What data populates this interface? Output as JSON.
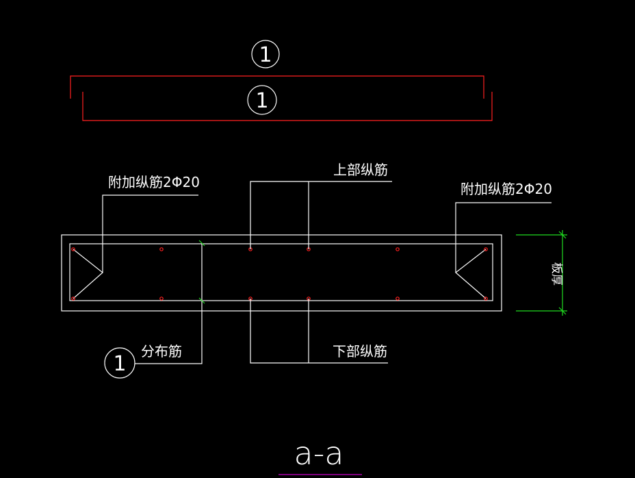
{
  "colors": {
    "background": "#000000",
    "line": "#ffffff",
    "rebar_bar": "#ff2020",
    "dimension": "#20dd20",
    "title_underline": "#cc00cc"
  },
  "bar_marks": {
    "top_mark": "1",
    "bottom_mark": "1",
    "distribution_mark": "1"
  },
  "labels": {
    "left_additional": "附加纵筋2Φ20",
    "right_additional": "附加纵筋2Φ20",
    "top_longitudinal": "上部纵筋",
    "bottom_longitudinal": "下部纵筋",
    "distribution": "分布筋",
    "thickness": "板厚"
  },
  "section_title": "a-a"
}
